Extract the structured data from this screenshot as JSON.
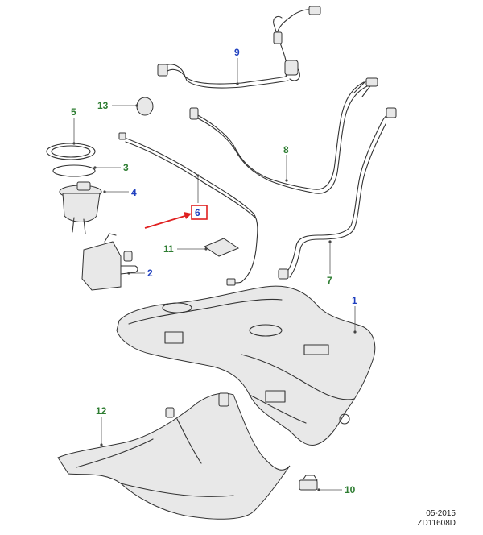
{
  "callouts": {
    "c1": {
      "text": "1",
      "color": "#1f3fbf"
    },
    "c2": {
      "text": "2",
      "color": "#1f3fbf"
    },
    "c3": {
      "text": "3",
      "color": "#2e7d32"
    },
    "c4": {
      "text": "4",
      "color": "#1f3fbf"
    },
    "c5": {
      "text": "5",
      "color": "#2e7d32"
    },
    "c6": {
      "text": "6",
      "color": "#1f3fbf"
    },
    "c7": {
      "text": "7",
      "color": "#2e7d32"
    },
    "c8": {
      "text": "8",
      "color": "#2e7d32"
    },
    "c9": {
      "text": "9",
      "color": "#1f3fbf"
    },
    "c10": {
      "text": "10",
      "color": "#2e7d32"
    },
    "c11": {
      "text": "11",
      "color": "#2e7d32"
    },
    "c12": {
      "text": "12",
      "color": "#2e7d32"
    },
    "c13": {
      "text": "13",
      "color": "#2e7d32"
    }
  },
  "highlight": {
    "color": "#e02020"
  },
  "footer": {
    "date": "05-2015",
    "code": "ZD11608D"
  }
}
